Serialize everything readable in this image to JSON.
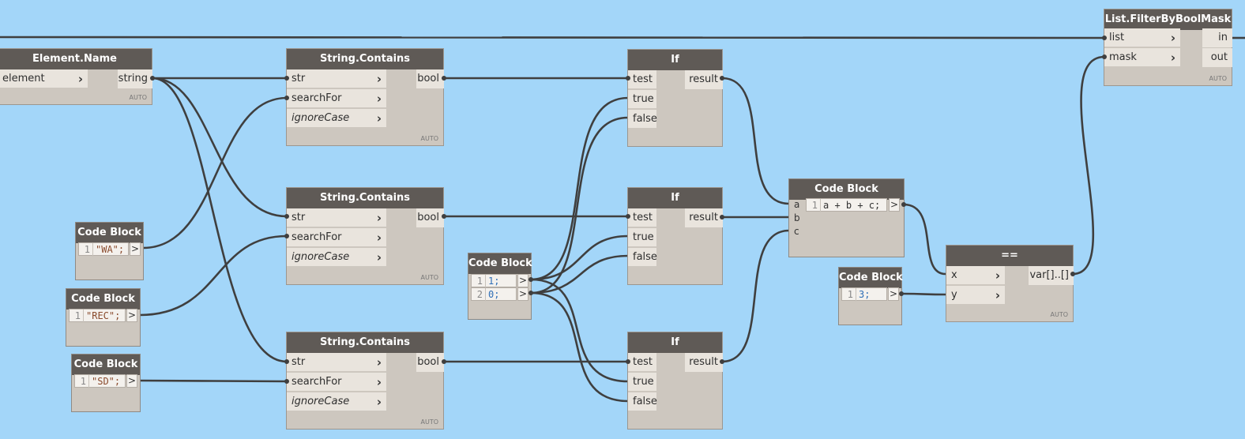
{
  "nodes": {
    "element_name": {
      "title": "Element.Name",
      "in": [
        "element"
      ],
      "out": "string",
      "lacing": "AUTO"
    },
    "contains1": {
      "title": "String.Contains",
      "in": [
        "str",
        "searchFor",
        "ignoreCase"
      ],
      "out": "bool",
      "lacing": "AUTO"
    },
    "contains2": {
      "title": "String.Contains",
      "in": [
        "str",
        "searchFor",
        "ignoreCase"
      ],
      "out": "bool",
      "lacing": "AUTO"
    },
    "contains3": {
      "title": "String.Contains",
      "in": [
        "str",
        "searchFor",
        "ignoreCase"
      ],
      "out": "bool",
      "lacing": "AUTO"
    },
    "if1": {
      "title": "If",
      "in": [
        "test",
        "true",
        "false"
      ],
      "out": "result"
    },
    "if2": {
      "title": "If",
      "in": [
        "test",
        "true",
        "false"
      ],
      "out": "result"
    },
    "if3": {
      "title": "If",
      "in": [
        "test",
        "true",
        "false"
      ],
      "out": "result"
    },
    "filter": {
      "title": "List.FilterByBoolMask",
      "in": [
        "list",
        "mask"
      ],
      "out": [
        "in",
        "out"
      ],
      "lacing": "AUTO"
    },
    "equals": {
      "title": "==",
      "in": [
        "x",
        "y"
      ],
      "out": "var[]..[]",
      "lacing": "AUTO"
    }
  },
  "code_blocks": {
    "wa": {
      "title": "Code Block",
      "line": "1",
      "code": "\"WA\";",
      "out": ">"
    },
    "rec": {
      "title": "Code Block",
      "line": "1",
      "code": "\"REC\";",
      "out": ">"
    },
    "sd": {
      "title": "Code Block",
      "line": "1",
      "code": "\"SD\";",
      "out": ">"
    },
    "nums": {
      "title": "Code Block",
      "lines": [
        {
          "n": "1",
          "code": "1;"
        },
        {
          "n": "2",
          "code": "0;"
        }
      ],
      "out": ">"
    },
    "sum": {
      "title": "Code Block",
      "inputs": [
        "a",
        "b",
        "c"
      ],
      "line": "1",
      "code": "a + b + c;",
      "out": ">"
    },
    "three": {
      "title": "Code Block",
      "line": "1",
      "code": "3;",
      "out": ">"
    }
  },
  "colors": {
    "canvas": "#a3d6f9",
    "header": "#5f5a56",
    "body": "#cdc7bf",
    "wire": "#3f3f3f"
  }
}
